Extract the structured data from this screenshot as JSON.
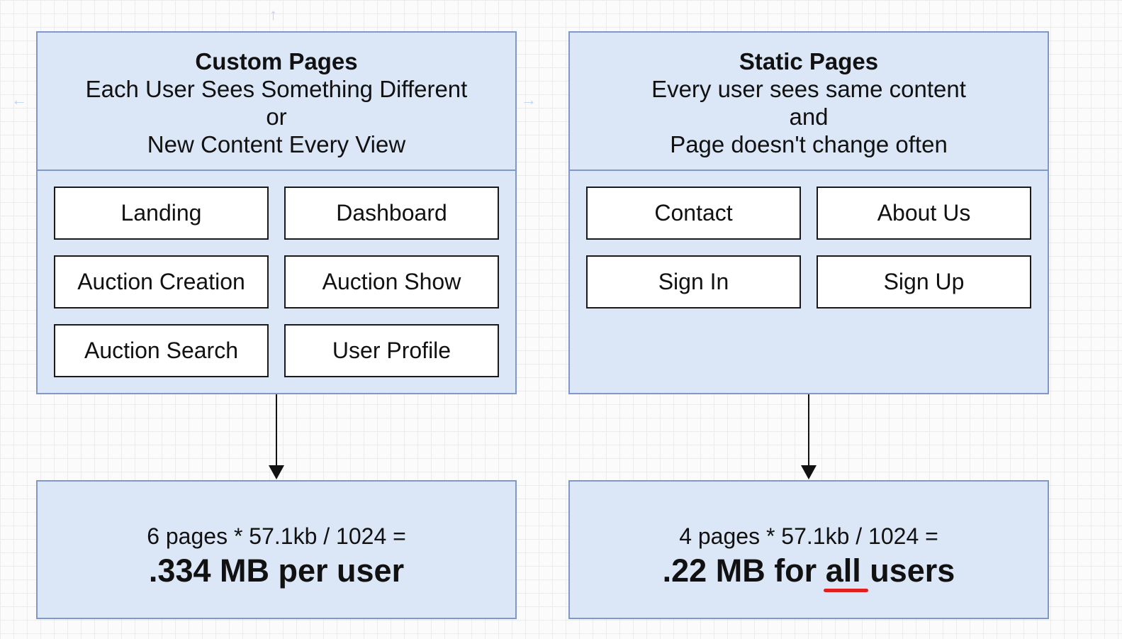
{
  "custom": {
    "title": "Custom Pages",
    "line1": "Each User Sees Something Different",
    "line2": "or",
    "line3": "New Content Every View",
    "pages": [
      "Landing",
      "Dashboard",
      "Auction Creation",
      "Auction Show",
      "Auction Search",
      "User Profile"
    ],
    "result": {
      "formula": "6 pages * 57.1kb / 1024 =",
      "total": ".334 MB per user"
    }
  },
  "static": {
    "title": "Static Pages",
    "line1": "Every user sees same content",
    "line2": "and",
    "line3": "Page doesn't change often",
    "pages": [
      "Contact",
      "About Us",
      "Sign In",
      "Sign Up"
    ],
    "result": {
      "formula": "4 pages * 57.1kb / 1024 =",
      "total_before": ".22 MB for ",
      "total_emphasis": "all",
      "total_after": " users"
    }
  },
  "colors": {
    "panel_fill": "#dbe6f7",
    "panel_border": "#7f97c9",
    "emphasis_underline": "#e0201f"
  }
}
